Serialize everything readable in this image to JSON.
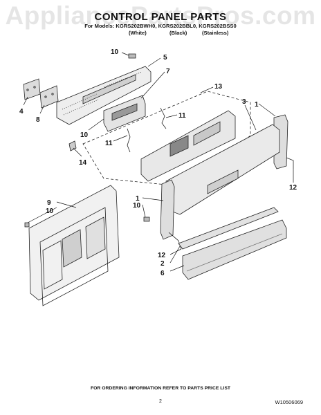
{
  "watermark": "AppliancePartsPros.com",
  "header": {
    "title": "CONTROL PANEL PARTS",
    "models": "For Models: KGRS202BWH0, KGRS202BBL0, KGRS202BSS0",
    "variants": [
      "(White)",
      "(Black)",
      "(Stainless)"
    ]
  },
  "callouts": [
    "10",
    "5",
    "7",
    "13",
    "3",
    "1",
    "4",
    "8",
    "10",
    "11",
    "11",
    "14",
    "12",
    "9",
    "10",
    "1",
    "10",
    "12",
    "2",
    "6"
  ],
  "footer": {
    "ordering_note": "FOR ORDERING INFORMATION REFER TO PARTS PRICE LIST",
    "page_number": "2",
    "document_number": "W10506069"
  },
  "colors": {
    "line": "#222222",
    "panel_fill": "#e6e6e6",
    "panel_dark": "#bdbdbd",
    "watermark": "rgba(0,0,0,0.10)"
  }
}
